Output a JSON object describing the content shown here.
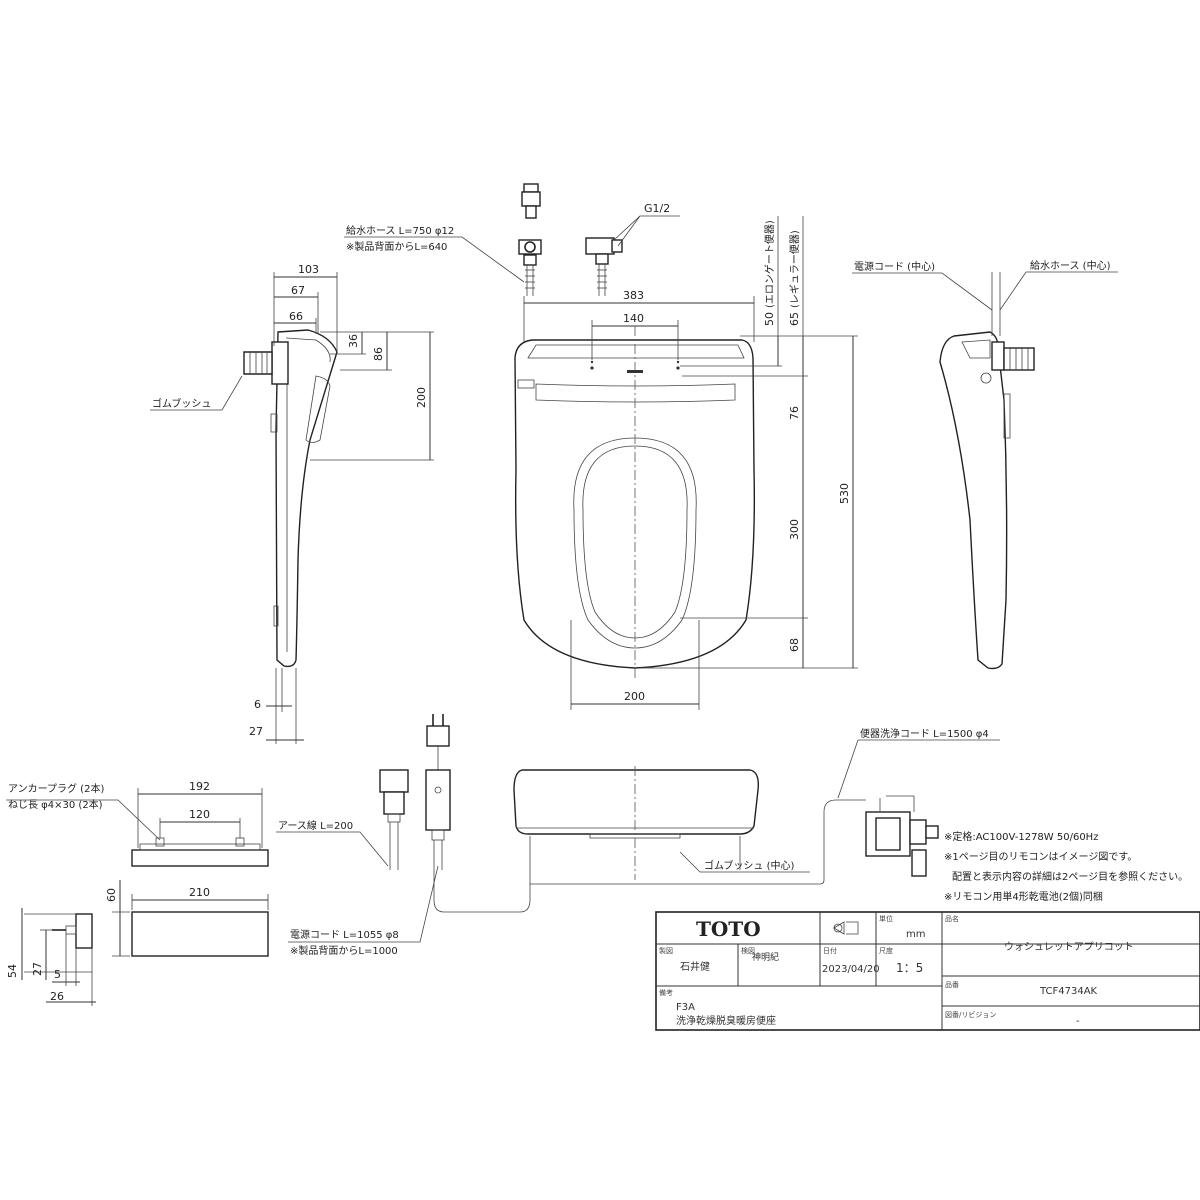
{
  "dims": {
    "d103": "103",
    "d67": "67",
    "d66": "66",
    "d36": "36",
    "d86": "86",
    "d200a": "200",
    "d6": "6",
    "d27a": "27",
    "d383": "383",
    "d140": "140",
    "d50": "50",
    "d65": "65",
    "d76": "76",
    "d530": "530",
    "d300": "300",
    "d68": "68",
    "d200b": "200",
    "d192": "192",
    "d120": "120",
    "d210": "210",
    "d60": "60",
    "d54": "54",
    "d27b": "27",
    "d5": "5",
    "d26": "26"
  },
  "notes": {
    "hose": "給水ホース L=750 φ12",
    "hose2": "※製品背面からL=640",
    "g12": "G1/2",
    "elongated": "(エロンゲート便器)",
    "regular": "(レギュラー便器)",
    "power_center": "電源コード (中心)",
    "hose_center": "給水ホース (中心)",
    "gom_left": "ゴムブッシュ",
    "gom_bottom": "ゴムブッシュ (中心)",
    "anchor1": "アンカープラグ (2本)",
    "anchor2": "ねじ長  φ4×30 (2本)",
    "earth": "アース線 L=200",
    "power_cord": "電源コード L=1055 φ8",
    "power_cord2": "※製品背面からL=1000",
    "wash_cord": "便器洗浄コード L=1500 φ4",
    "spec1": "※定格:AC100V-1278W 50/60Hz",
    "spec2": "※1ページ目のリモコンはイメージ図です。",
    "spec3": "配置と表示内容の詳細は2ページ目を参照ください。",
    "spec4": "※リモコン用単4形乾電池(2個)同梱"
  },
  "title_block": {
    "logo": "TOTO",
    "unit_label": "単位",
    "unit": "mm",
    "name_label": "品名",
    "product_name": "ウォシュレットアプリコット",
    "drawn_label": "製図",
    "drawn_by": "石井健",
    "checked_label": "検図",
    "checked_by": "神明紀",
    "date_label": "日付",
    "date": "2023/04/20",
    "scale_label": "尺度",
    "scale": "1：5",
    "model_label": "品番",
    "model": "TCF4734AK",
    "remarks_label": "備考",
    "remarks1": "F3A",
    "remarks2": "洗浄乾燥脱臭暖房便座",
    "revision_label": "図番/リビジョン",
    "revision": "-"
  }
}
